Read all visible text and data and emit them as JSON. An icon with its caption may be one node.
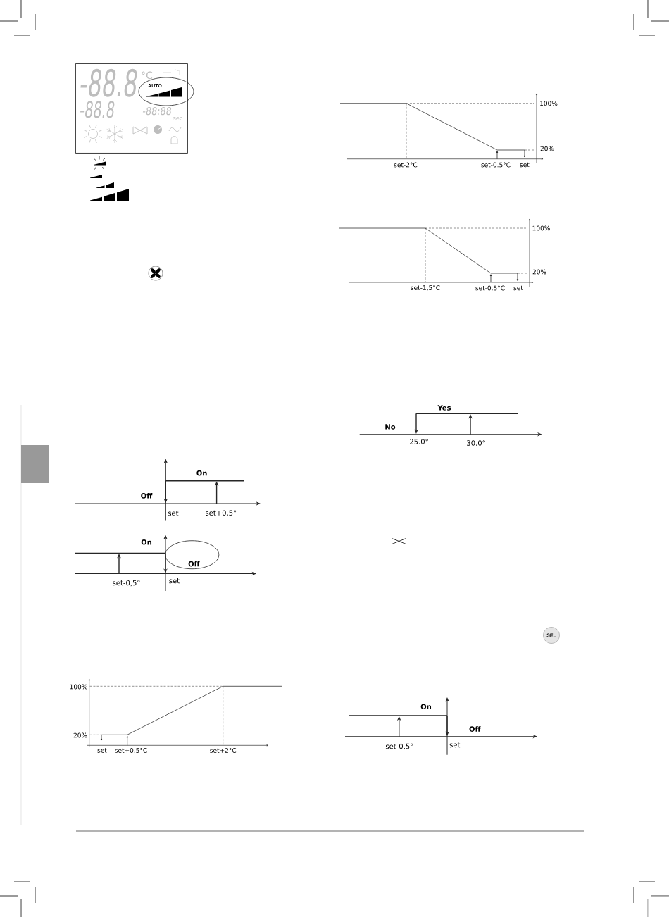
{
  "diagram": {
    "nodes": [
      {
        "text": [
          "-88.8",
          "°C",
          "-88.8",
          "-88:88",
          "sec"
        ]
      },
      {
        "text": [
          "AUTO"
        ]
      },
      {
        "text": [
          "Off"
        ]
      },
      {
        "text": [
          "SEL"
        ]
      }
    ],
    "labels": [
      "On",
      "Off",
      "set",
      "set+0,5°",
      "On",
      "set-0,5°",
      "set",
      "100%",
      "20%",
      "set",
      "set+0.5°C",
      "set+2°C",
      "100%",
      "20%",
      "set-2°C",
      "set-0.5°C",
      "set",
      "100%",
      "20%",
      "set-1,5°C",
      "set-0.5°C",
      "set",
      "Yes",
      "No",
      "25.0°",
      "30.0°",
      "On",
      "Off",
      "set-0,5°",
      "set"
    ]
  }
}
